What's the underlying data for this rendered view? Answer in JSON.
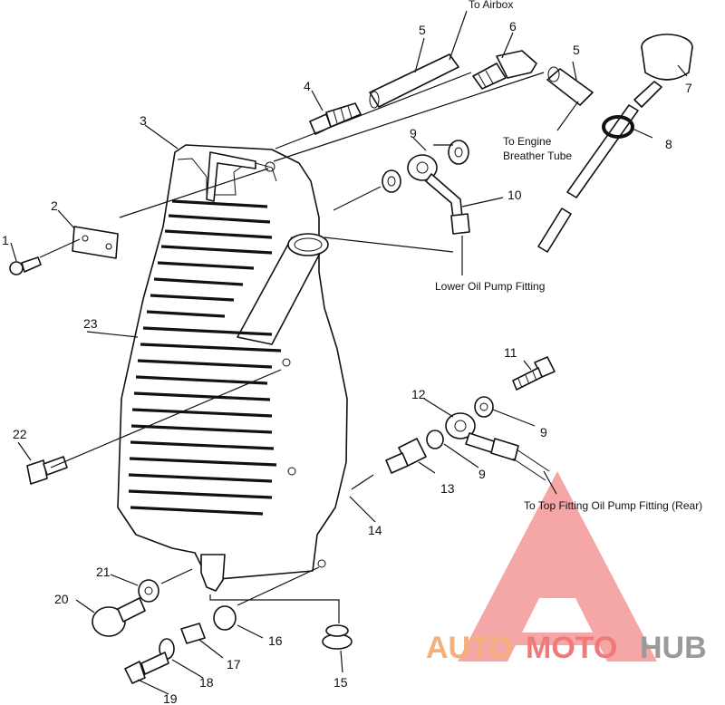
{
  "callouts": {
    "c1": "1",
    "c2": "2",
    "c3": "3",
    "c4": "4",
    "c5a": "5",
    "c5b": "5",
    "c6": "6",
    "c7": "7",
    "c8": "8",
    "c9a": "9",
    "c9b": "9",
    "c9c": "9",
    "c10": "10",
    "c11": "11",
    "c12": "12",
    "c13": "13",
    "c14": "14",
    "c15": "15",
    "c16": "16",
    "c17": "17",
    "c18": "18",
    "c19": "19",
    "c20": "20",
    "c21": "21",
    "c22": "22",
    "c23": "23"
  },
  "notes": {
    "airbox": "To Airbox",
    "engine_line1": "To Engine",
    "engine_line2": "Breather Tube",
    "lower_fitting": "Lower Oil Pump Fitting",
    "top_fitting": "To Top Fitting Oil Pump Fitting (Rear)"
  },
  "watermark": {
    "part1": "AUTO",
    "part2": "MOTO",
    "part3": "HUB",
    "color_auto": "#f5b07a",
    "color_moto": "#f07a7a",
    "color_hub": "#9a9a9a",
    "logo_color": "#f28a8a"
  }
}
